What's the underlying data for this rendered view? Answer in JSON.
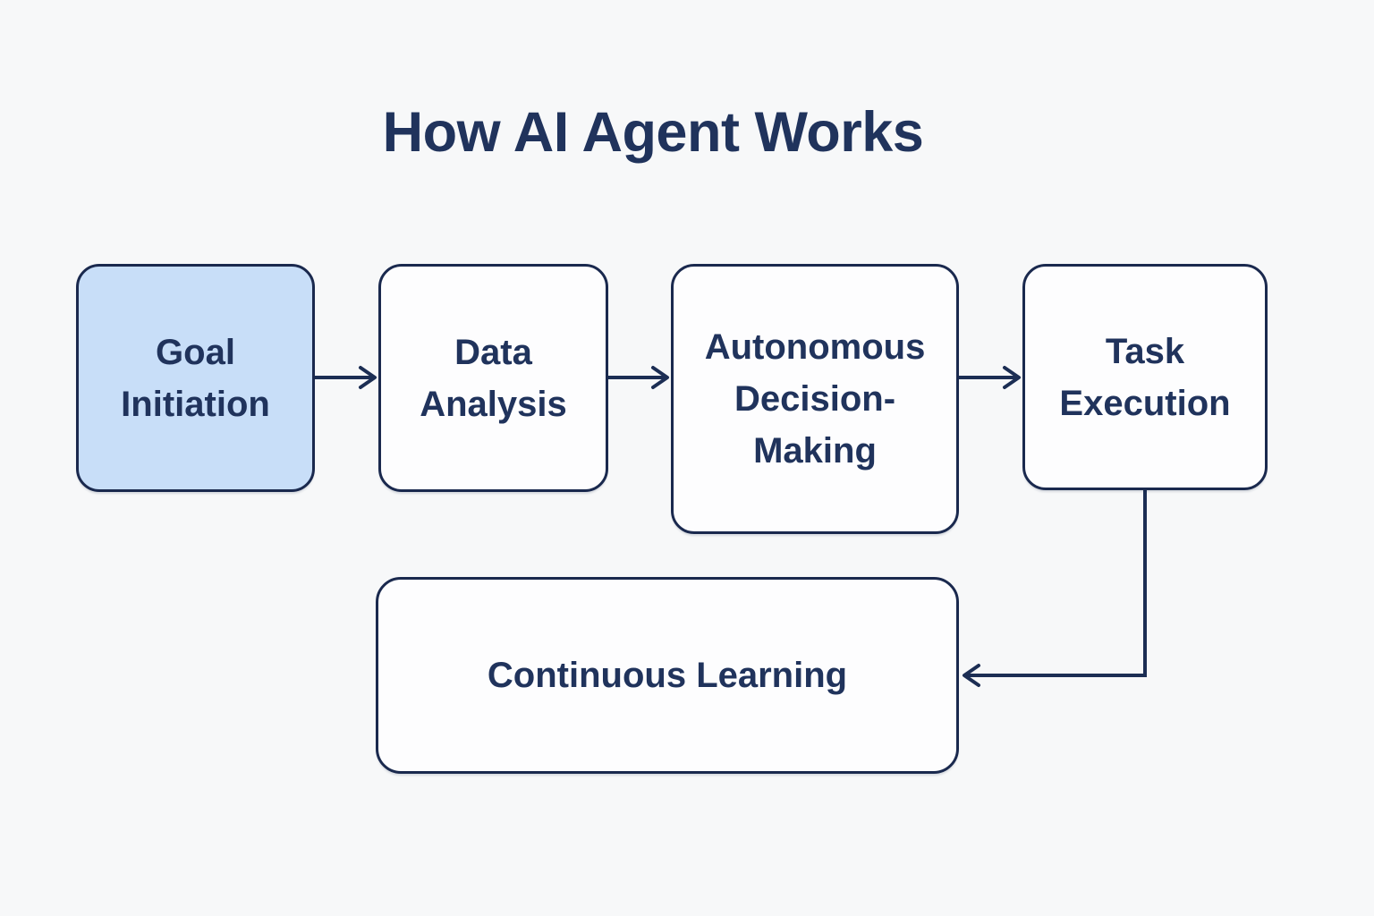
{
  "title": "How AI Agent Works",
  "colors": {
    "navy": "#1C2E54",
    "node-border": "#1A294E",
    "node-fill": "#FDFDFE",
    "highlight-fill": "#C8DEF8",
    "background": "#F7F8F9",
    "text": "#20335C"
  },
  "nodes": [
    {
      "id": "goal-initiation",
      "label": "Goal Initiation",
      "highlighted": true
    },
    {
      "id": "data-analysis",
      "label": "Data Analysis",
      "highlighted": false
    },
    {
      "id": "autonomous-decision-making",
      "label": "Autonomous Decision-Making",
      "highlighted": false
    },
    {
      "id": "task-execution",
      "label": "Task Execution",
      "highlighted": false
    },
    {
      "id": "continuous-learning",
      "label": "Continuous Learning",
      "highlighted": false
    }
  ],
  "edges": [
    {
      "from": "goal-initiation",
      "to": "data-analysis"
    },
    {
      "from": "data-analysis",
      "to": "autonomous-decision-making"
    },
    {
      "from": "autonomous-decision-making",
      "to": "task-execution"
    },
    {
      "from": "task-execution",
      "to": "continuous-learning"
    }
  ]
}
